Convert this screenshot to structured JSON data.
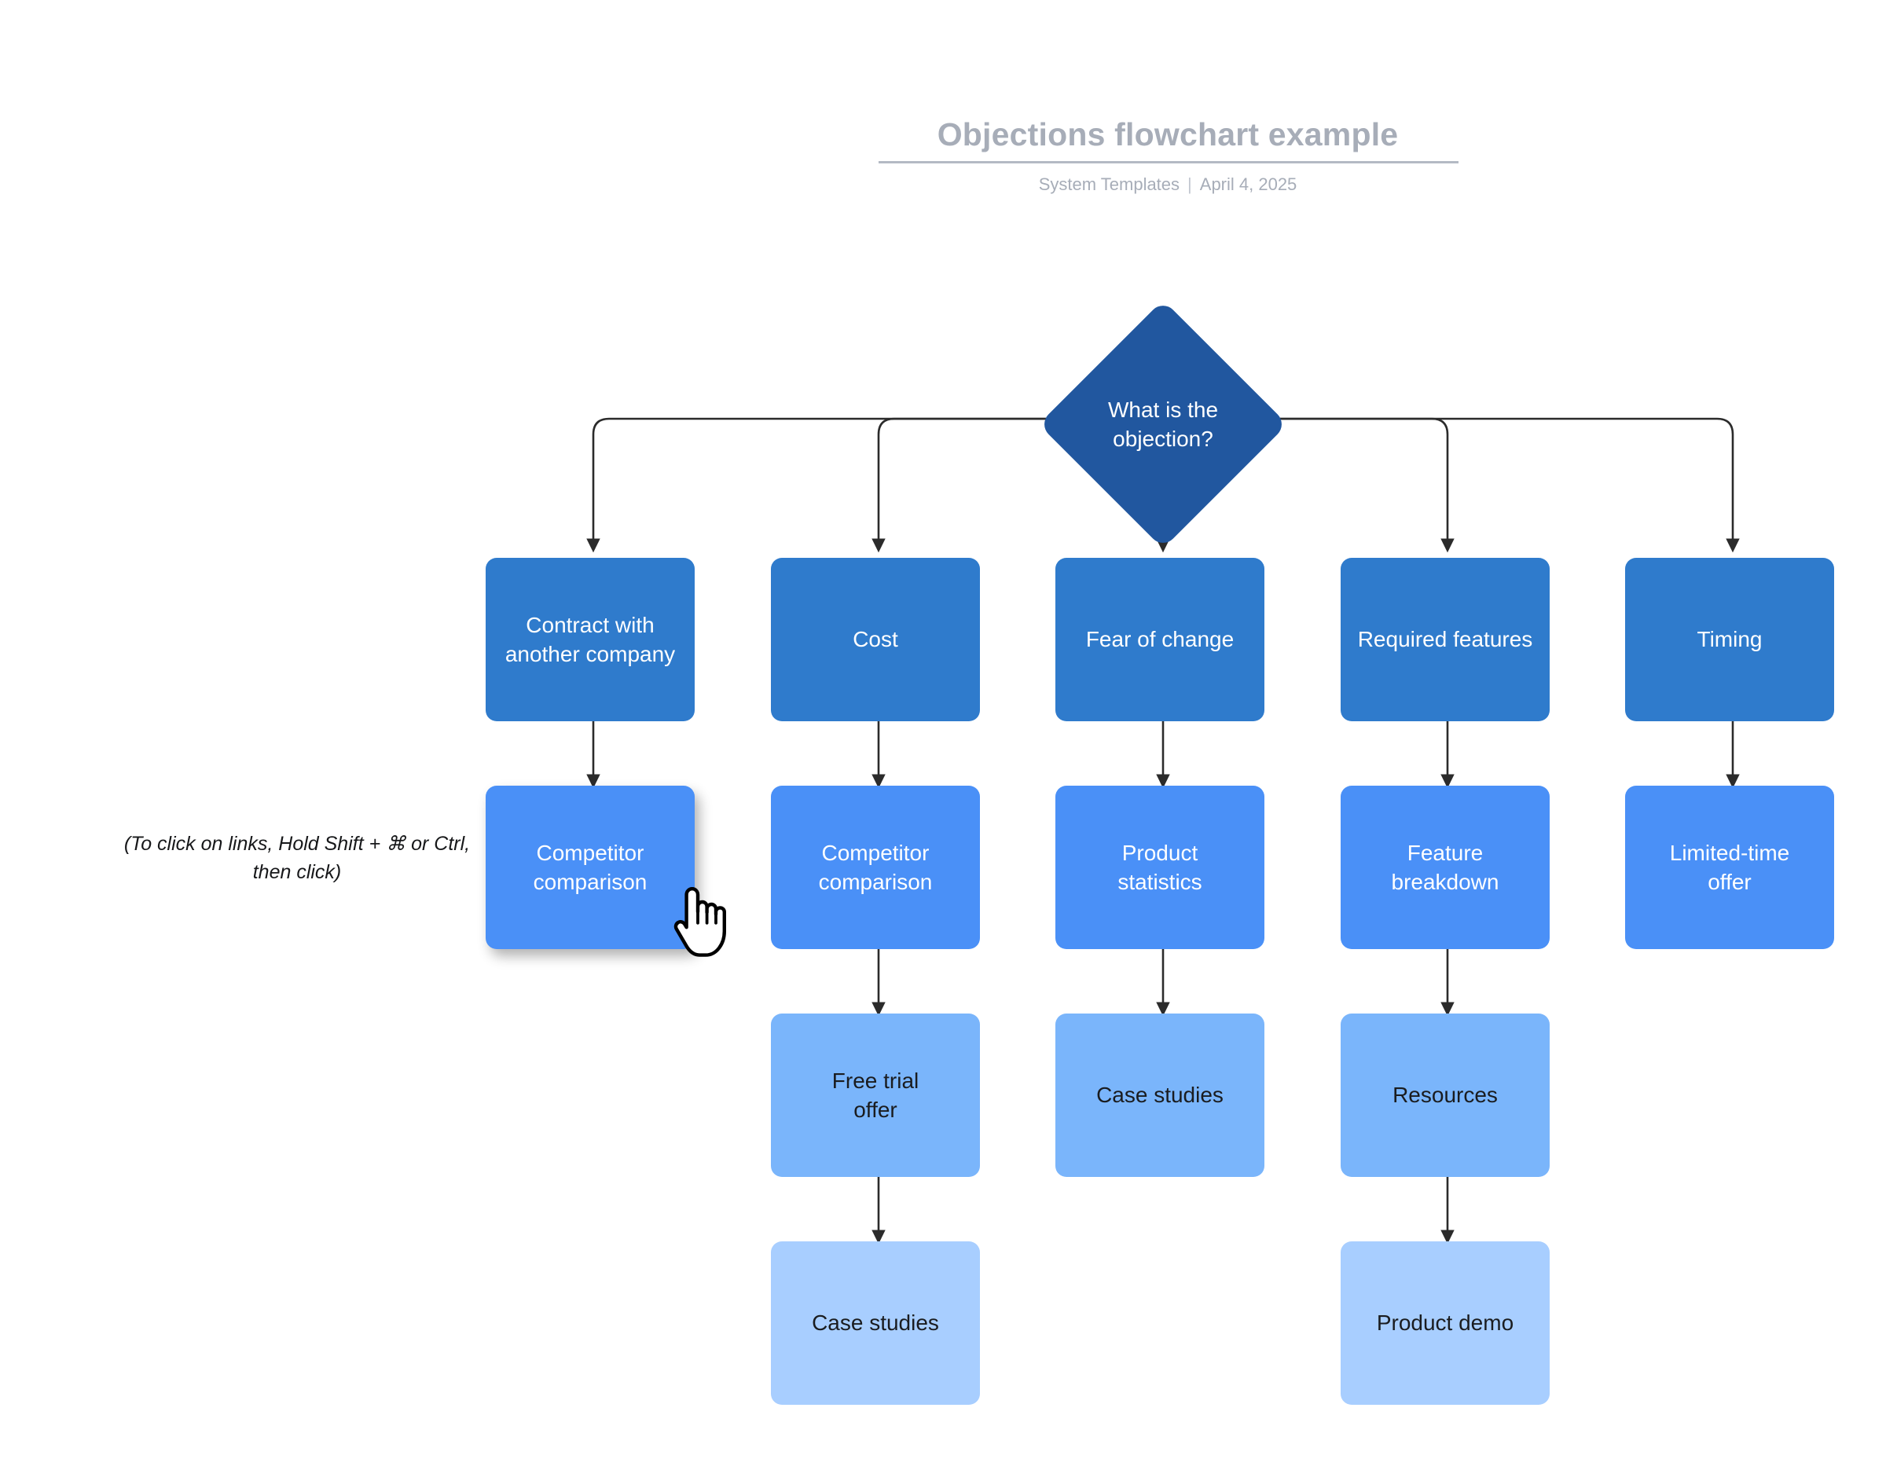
{
  "header": {
    "title": "Objections flowchart example",
    "author": "System Templates",
    "separator": "|",
    "date": "April 4, 2025"
  },
  "note": {
    "text": "(To click on links, Hold Shift + ⌘\nor Ctrl, then click)"
  },
  "colors": {
    "level1": "#2f7bcc",
    "level2": "#4a90f7",
    "level3": "#7ab5fb",
    "level4": "#a8ceff",
    "decision": "#21579f",
    "connector": "#2b2b2b",
    "title": "#a7adb8"
  },
  "chart_data": {
    "type": "diagram",
    "title": "Objections flowchart example",
    "root": {
      "id": "decision",
      "label": "What is the\nobjection?",
      "shape": "diamond",
      "level": 0
    },
    "nodes": [
      {
        "id": "contract",
        "label": "Contract with\nanother company",
        "level": 1,
        "column": 1
      },
      {
        "id": "cost",
        "label": "Cost",
        "level": 1,
        "column": 2
      },
      {
        "id": "fear",
        "label": "Fear of change",
        "level": 1,
        "column": 3
      },
      {
        "id": "required-features",
        "label": "Required features",
        "level": 1,
        "column": 4
      },
      {
        "id": "timing",
        "label": "Timing",
        "level": 1,
        "column": 5
      },
      {
        "id": "competitor-1",
        "label": "Competitor\ncomparison",
        "level": 2,
        "column": 1,
        "hovered": true
      },
      {
        "id": "competitor-2",
        "label": "Competitor\ncomparison",
        "level": 2,
        "column": 2
      },
      {
        "id": "product-statistics",
        "label": "Product\nstatistics",
        "level": 2,
        "column": 3
      },
      {
        "id": "feature-breakdown",
        "label": "Feature\nbreakdown",
        "level": 2,
        "column": 4
      },
      {
        "id": "limited-time-offer",
        "label": "Limited-time\noffer",
        "level": 2,
        "column": 5
      },
      {
        "id": "free-trial-offer",
        "label": "Free trial\noffer",
        "level": 3,
        "column": 2
      },
      {
        "id": "case-studies-c3",
        "label": "Case studies",
        "level": 3,
        "column": 3
      },
      {
        "id": "resources",
        "label": "Resources",
        "level": 3,
        "column": 4
      },
      {
        "id": "case-studies-c2",
        "label": "Case studies",
        "level": 4,
        "column": 2
      },
      {
        "id": "product-demo",
        "label": "Product demo",
        "level": 4,
        "column": 4
      }
    ],
    "edges": [
      {
        "from": "decision",
        "to": "contract"
      },
      {
        "from": "decision",
        "to": "cost"
      },
      {
        "from": "decision",
        "to": "fear"
      },
      {
        "from": "decision",
        "to": "required-features"
      },
      {
        "from": "decision",
        "to": "timing"
      },
      {
        "from": "contract",
        "to": "competitor-1"
      },
      {
        "from": "cost",
        "to": "competitor-2"
      },
      {
        "from": "fear",
        "to": "product-statistics"
      },
      {
        "from": "required-features",
        "to": "feature-breakdown"
      },
      {
        "from": "timing",
        "to": "limited-time-offer"
      },
      {
        "from": "competitor-2",
        "to": "free-trial-offer"
      },
      {
        "from": "product-statistics",
        "to": "case-studies-c3"
      },
      {
        "from": "feature-breakdown",
        "to": "resources"
      },
      {
        "from": "free-trial-offer",
        "to": "case-studies-c2"
      },
      {
        "from": "resources",
        "to": "product-demo"
      }
    ]
  },
  "nodes": {
    "contract": {
      "label": "Contract with\nanother company"
    },
    "cost": {
      "label": "Cost"
    },
    "fear": {
      "label": "Fear of change"
    },
    "required_features": {
      "label": "Required features"
    },
    "timing": {
      "label": "Timing"
    },
    "competitor_1": {
      "label": "Competitor\ncomparison"
    },
    "competitor_2": {
      "label": "Competitor\ncomparison"
    },
    "product_statistics": {
      "label": "Product\nstatistics"
    },
    "feature_breakdown": {
      "label": "Feature\nbreakdown"
    },
    "limited_time_offer": {
      "label": "Limited-time\noffer"
    },
    "free_trial_offer": {
      "label": "Free trial\noffer"
    },
    "case_studies_c3": {
      "label": "Case studies"
    },
    "resources": {
      "label": "Resources"
    },
    "case_studies_c2": {
      "label": "Case studies"
    },
    "product_demo": {
      "label": "Product demo"
    },
    "decision": {
      "label": "What is the\nobjection?"
    }
  }
}
